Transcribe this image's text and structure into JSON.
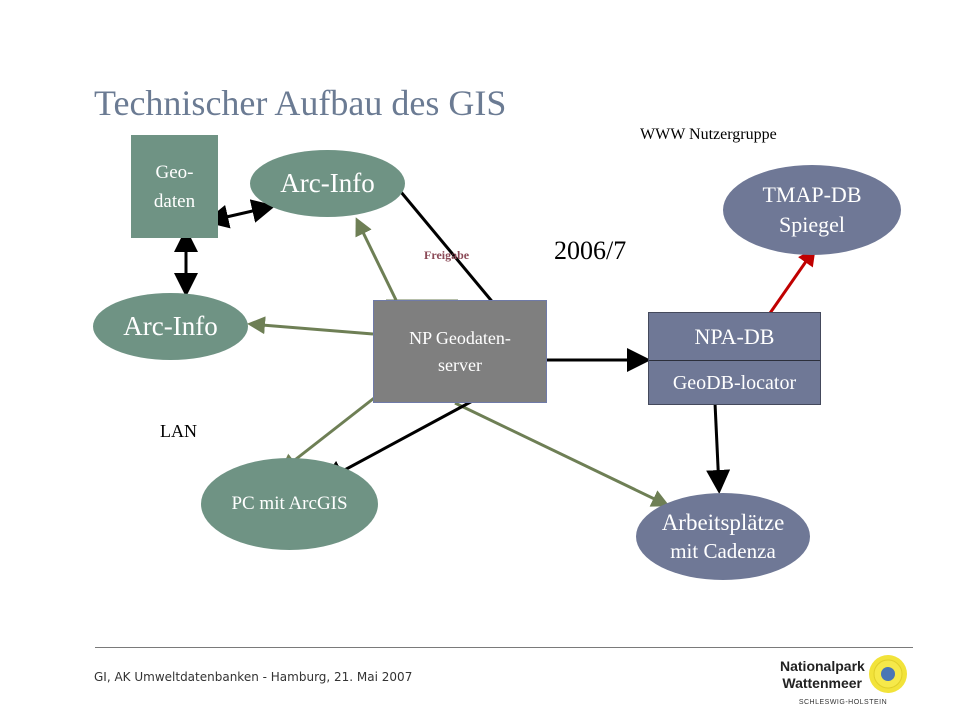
{
  "title": "Technischer Aufbau des GIS",
  "nodes": {
    "geodaten": {
      "line1": "Geo-",
      "line2": "daten"
    },
    "arcinfo_top": "Arc-Info",
    "arcinfo_left": "Arc-Info",
    "server": {
      "line1": "NP Geodaten-",
      "line2": "server"
    },
    "pc": "PC mit ArcGIS",
    "tmap": {
      "line1": "TMAP-DB",
      "line2": "Spiegel"
    },
    "npa_db": {
      "top": "NPA-DB",
      "bottom": "GeoDB-locator"
    },
    "arbeitsplaetze": {
      "line1": "Arbeitsplätze",
      "line2": "mit Cadenza"
    }
  },
  "labels": {
    "www": "WWW Nutzergruppe",
    "year": "2006/7",
    "lan": "LAN",
    "freigabe": "Freigabe"
  },
  "footer": "GI, AK Umweltdatenbanken - Hamburg, 21. Mai 2007",
  "logo": {
    "line1": "Nationalpark",
    "line2": "Wattenmeer",
    "line3": "SCHLESWIG-HOLSTEIN"
  },
  "colors": {
    "node_green": "#6f9384",
    "node_slate": "#6f7896",
    "server_gray": "#7f7f7f",
    "arrow_black": "#000000",
    "arrow_green": "#6e7f55",
    "arrow_red": "#c00000"
  }
}
